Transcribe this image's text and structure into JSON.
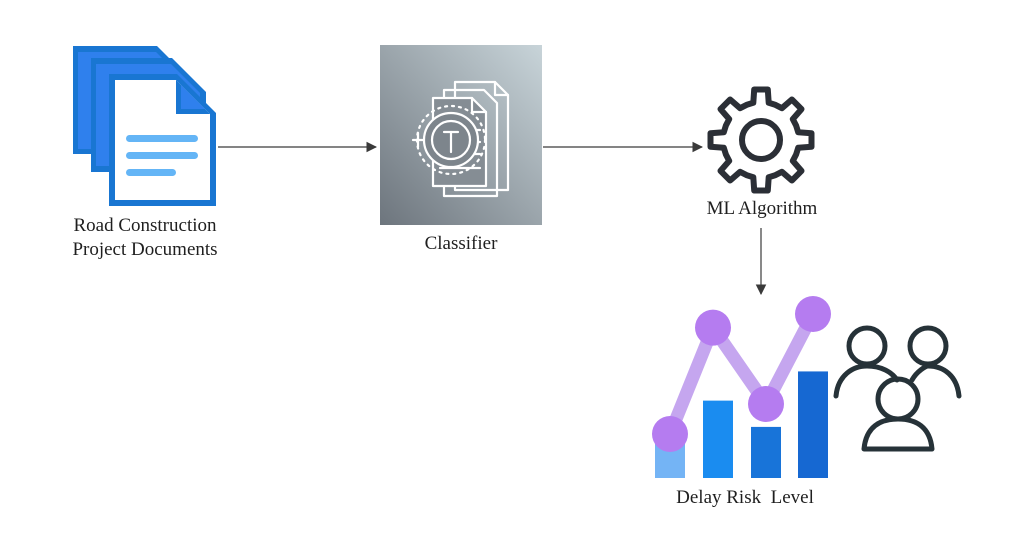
{
  "nodes": {
    "documents": {
      "icon": "document-stack-icon",
      "label_line1": "Road Construction",
      "label_line2": "Project Documents",
      "colors": {
        "back": "#1976d2",
        "front": "#2f80ed",
        "lines": "#64b5f6"
      }
    },
    "classifier": {
      "icon": "document-classifier-icon",
      "label": "Classifier",
      "colors": {
        "tile_top": "#c8d4d9",
        "tile_bottom": "#6d757d",
        "stroke": "#ffffff"
      }
    },
    "ml_algorithm": {
      "icon": "gear-icon",
      "label": "ML Algorithm",
      "colors": {
        "stroke": "#2b2f36"
      }
    },
    "delay_risk": {
      "icon": "bar-line-chart-icon",
      "label": "Delay Risk  Level",
      "people_icon": "people-group-icon",
      "colors": {
        "bars": [
          "#74b4f5",
          "#1a8cf0",
          "#1874d9",
          "#1668d2"
        ],
        "line": "#c5a6ef",
        "points": "#b57cf0",
        "people_stroke": "#263238"
      },
      "bar_levels": [
        0.35,
        0.53,
        0.35,
        0.73
      ],
      "point_levels": [
        0.56,
        0.95,
        0.67,
        1.0
      ]
    }
  },
  "edges": [
    {
      "from": "documents",
      "to": "classifier"
    },
    {
      "from": "classifier",
      "to": "ml_algorithm"
    },
    {
      "from": "ml_algorithm",
      "to": "delay_risk"
    }
  ],
  "colors": {
    "arrow": "#3a3a3a"
  }
}
